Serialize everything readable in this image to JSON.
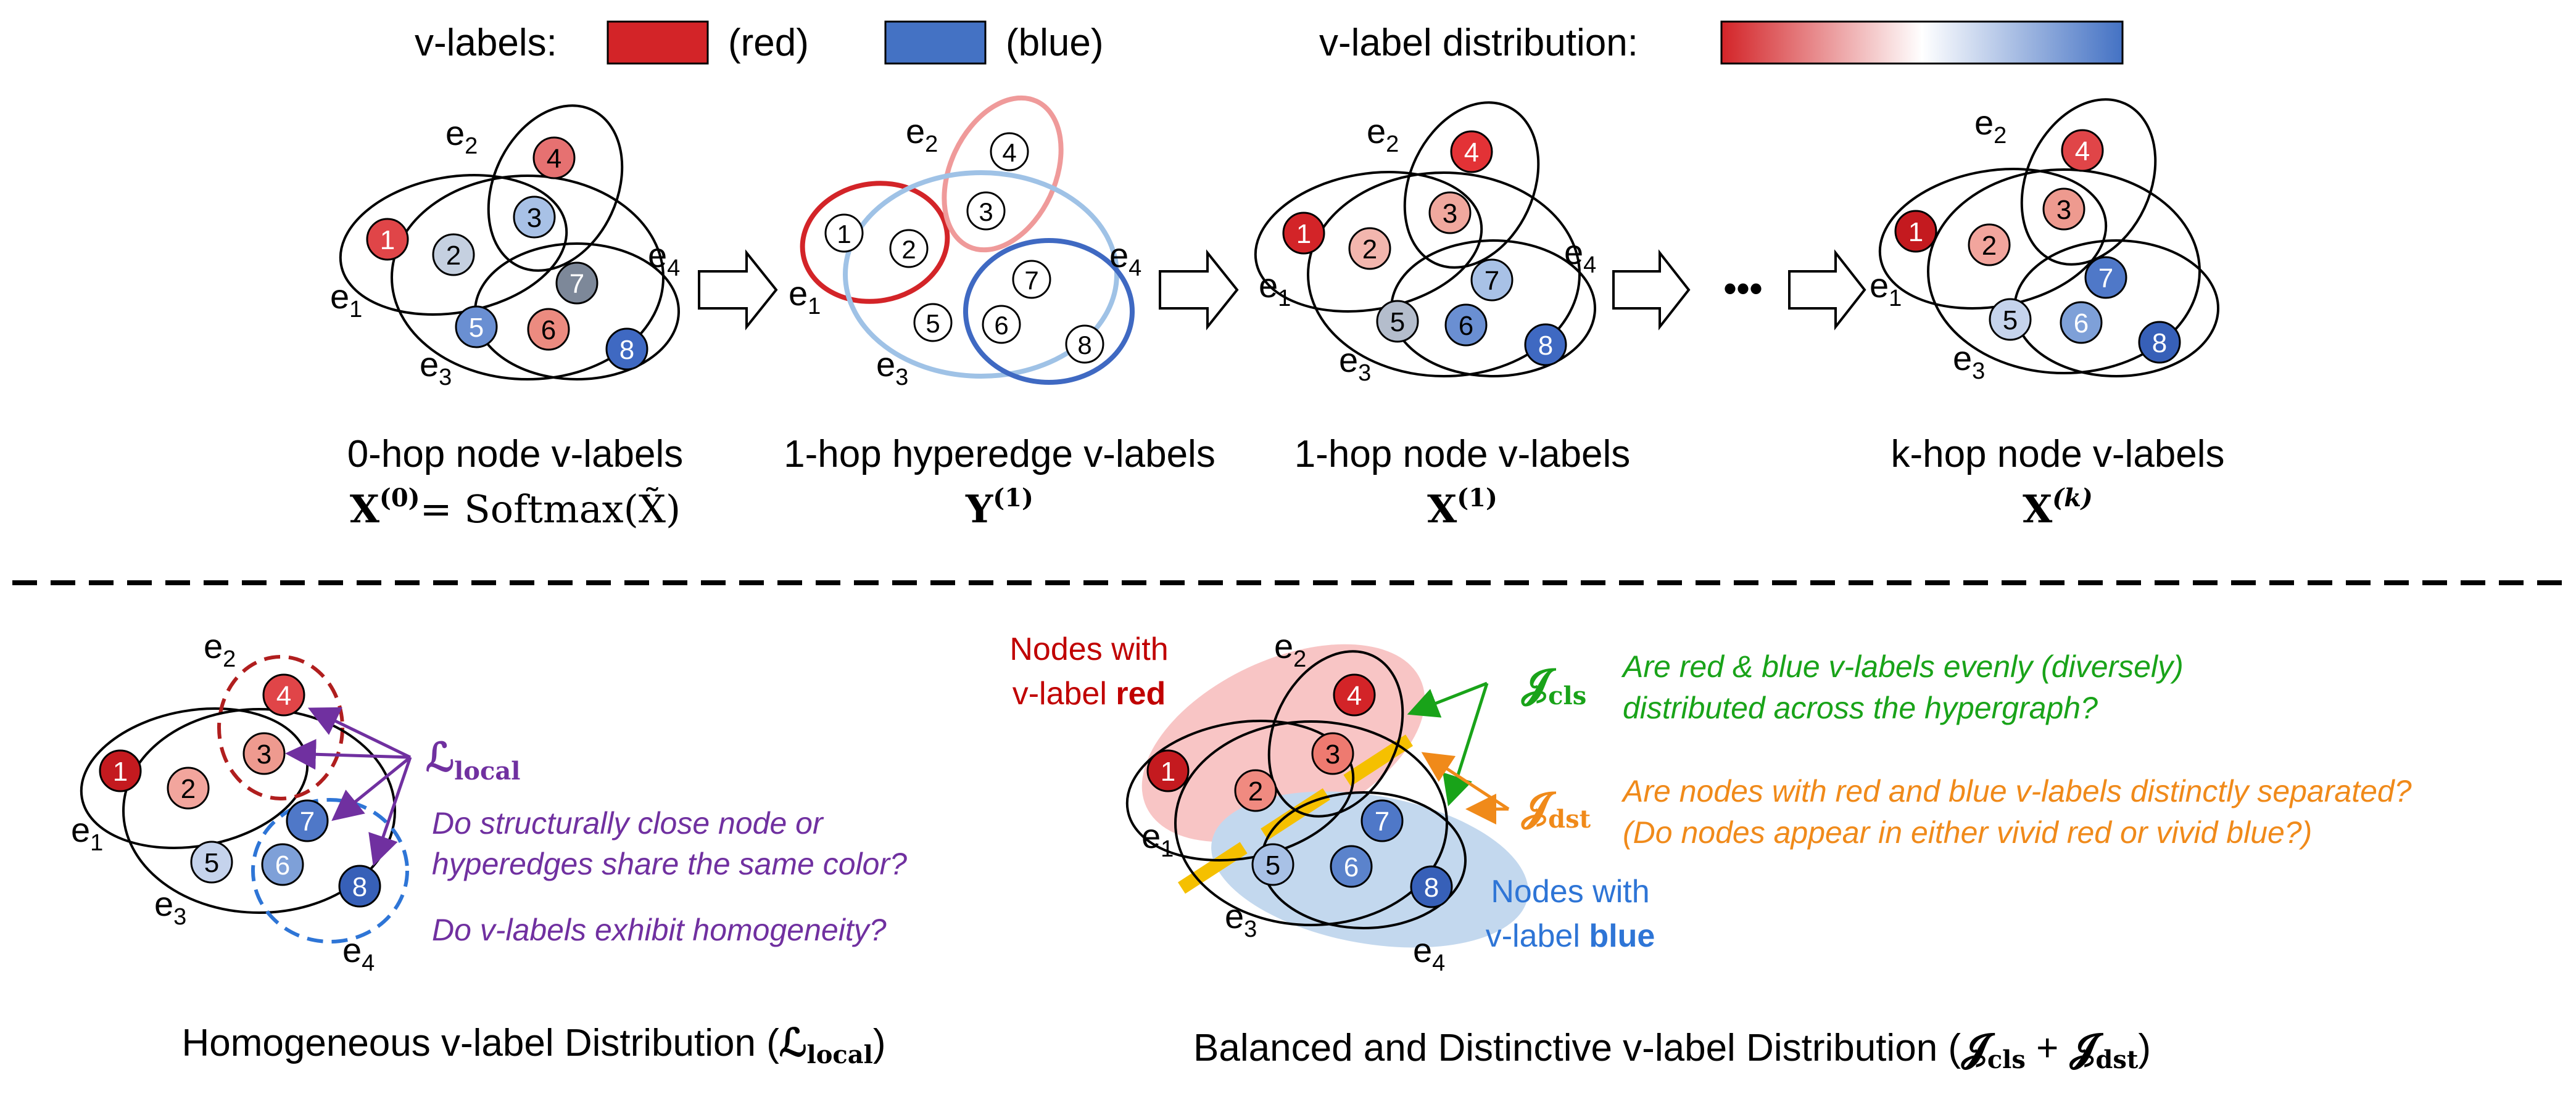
{
  "colors": {
    "red": "#d32428",
    "blue": "#4472c4",
    "purple": "#7030a0",
    "green": "#19a319",
    "orange": "#f08a1a",
    "blue_text": "#2e75d6",
    "red_text": "#c00000",
    "yellow": "#f5c000",
    "red_region": "#f8c5c5",
    "blue_region": "#c3d8ee"
  },
  "legend": {
    "vlabels_title": "v-labels:",
    "red_label": "(red)",
    "blue_label": "(blue)",
    "distribution_title": "v-label distribution:"
  },
  "top": {
    "panels": [
      {
        "title": "0-hop node v-labels",
        "formula_main": "X",
        "formula_sup": "(0)",
        "formula_tail": "= Softmax(X̃)"
      },
      {
        "title": "1-hop hyperedge v-labels",
        "formula_main": "Y",
        "formula_sup": "(1)",
        "formula_tail": ""
      },
      {
        "title": "1-hop node v-labels",
        "formula_main": "X",
        "formula_sup": "(1)",
        "formula_tail": ""
      },
      {
        "title": "k-hop node v-labels",
        "formula_main": "X",
        "formula_sup": "(k)",
        "formula_tail": ""
      }
    ],
    "ellipsis": "•••"
  },
  "edge_labels": {
    "e1": "e",
    "e2": "e",
    "e3": "e",
    "e4": "e",
    "sub1": "1",
    "sub2": "2",
    "sub3": "3",
    "sub4": "4"
  },
  "node_labels": [
    "1",
    "2",
    "3",
    "4",
    "5",
    "6",
    "7",
    "8"
  ],
  "bottom_left": {
    "loss_symbol": "ℒ",
    "loss_sub": "local",
    "question1_line1": "Do structurally close node or",
    "question1_line2": "hyperedges share the same color?",
    "question2": "Do v-labels exhibit homogeneity?",
    "caption_prefix": "Homogeneous v-label Distribution (",
    "caption_symbol": "ℒ",
    "caption_sub": "local",
    "caption_suffix": ")"
  },
  "bottom_right": {
    "red_group_line1": "Nodes with",
    "red_group_line2a": "v-label ",
    "red_group_line2b": "red",
    "blue_group_line1": "Nodes with",
    "blue_group_line2a": "v-label ",
    "blue_group_line2b": "blue",
    "cls_symbol": "𝓙",
    "cls_sub": "cls",
    "cls_question_line1": "Are red & blue v-labels evenly (diversely)",
    "cls_question_line2": "distributed across the hypergraph?",
    "dst_symbol": "𝓙",
    "dst_sub": "dst",
    "dst_question_line1": "Are nodes with red and blue v-labels distinctly separated?",
    "dst_question_line2": "(Do nodes appear in either vivid red or vivid blue?)",
    "caption_prefix": "Balanced and Distinctive v-label Distribution (",
    "caption_sym1": "𝓙",
    "caption_sub1": "cls",
    "caption_plus": " + ",
    "caption_sym2": "𝓙",
    "caption_sub2": "dst",
    "caption_suffix": ")"
  }
}
